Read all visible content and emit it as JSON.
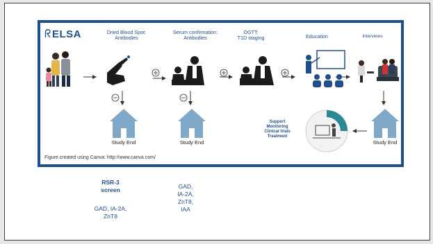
{
  "figure": {
    "logo": "ELSA",
    "stages": [
      "Dried Blood Spot:\nAntibodies",
      "Serum confirmation:\nAntibodies",
      "OGTT:\nT1D staging",
      "Education",
      "Interviews"
    ],
    "study_end_label": "Study End",
    "support_text": "Support\nMonitoring\nClinical trials\nTreatment",
    "caption": "Figure created using Canva: http://www.canva.com/",
    "plus_sign": "+",
    "minus_sign": "−"
  },
  "notes": {
    "rsr_title": "RSR-3\nscreen",
    "rsr_body": "GAD, IA-2A,\nZnT8",
    "serum_body": "GAD,\nIA-2A,\nZnT8,\nIAA"
  },
  "colors": {
    "border": "#1f4e8c",
    "icon_dark": "#1b1b1b",
    "icon_blue": "#1f4e8c",
    "house": "#7fa8c9",
    "teal": "#2a8a93"
  },
  "icons": [
    "family-icon",
    "finger-prick-icon",
    "nurse-icon",
    "ogtt-icon",
    "teacher-icon",
    "interview-icon",
    "house-icon",
    "clinic-icon",
    "arrow-icon"
  ]
}
